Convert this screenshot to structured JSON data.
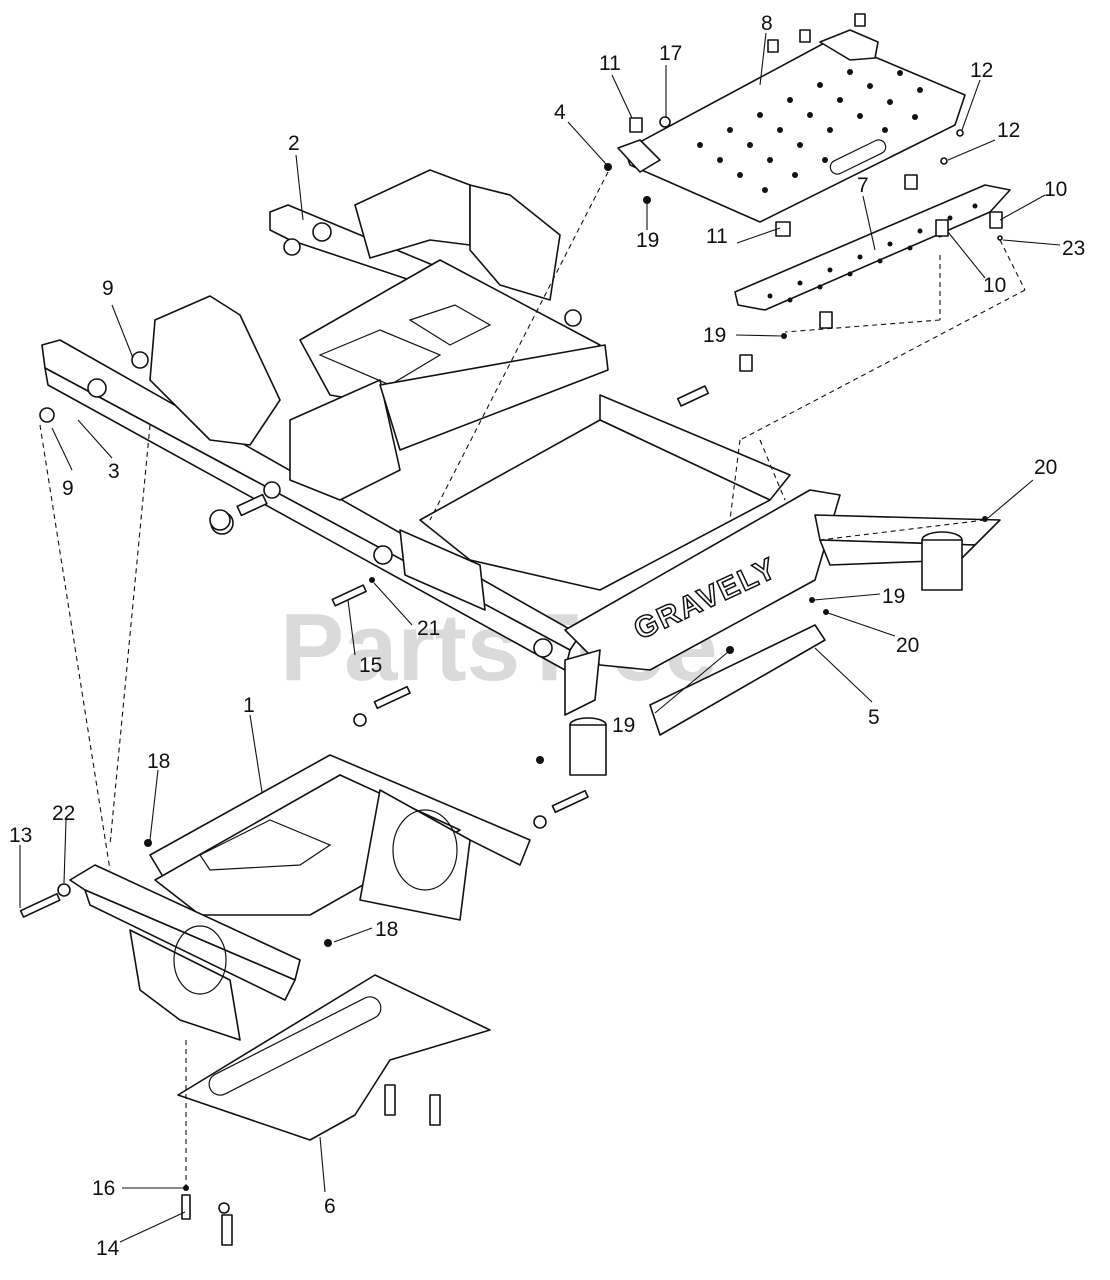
{
  "watermark": "PartsTree",
  "brand_label": "GRAVELY",
  "callouts": [
    "1",
    "2",
    "3",
    "4",
    "5",
    "6",
    "7",
    "8",
    "9",
    "9",
    "10",
    "10",
    "11",
    "11",
    "12",
    "12",
    "13",
    "14",
    "15",
    "16",
    "17",
    "18",
    "18",
    "19",
    "19",
    "19",
    "19",
    "20",
    "20",
    "21",
    "22",
    "23"
  ]
}
